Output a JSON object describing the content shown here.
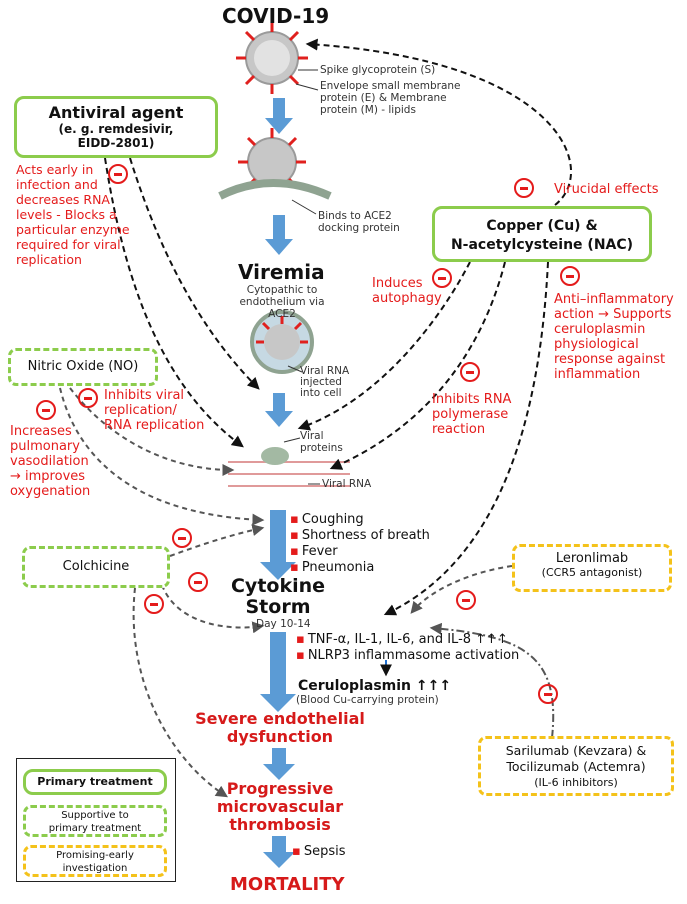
{
  "stages": {
    "covid": "COVID-19",
    "spike": "Spike glycoprotein (S)",
    "envelope": [
      "Envelope small membrane",
      "protein (E) & Membrane",
      "protein (M) - lipids"
    ],
    "binds": [
      "Binds to ACE2",
      "docking protein"
    ],
    "viremia": "Viremia",
    "cytopathic": [
      "Cytopathic to",
      "endothelium via ACE2"
    ],
    "rna_injected": [
      "Viral RNA",
      "injected",
      "into cell"
    ],
    "viral_proteins": [
      "Viral",
      "proteins"
    ],
    "viral_rna": "Viral RNA",
    "symptoms": [
      "Coughing",
      "Shortness of breath",
      "Fever",
      "Pneumonia"
    ],
    "cytokine": [
      "Cytokine",
      "Storm"
    ],
    "day": "Day 10-14",
    "storm_items": [
      "TNF-α, IL-1, IL-6, and IL-8 ↑↑↑",
      "NLRP3 inflammasome activation"
    ],
    "ceruloplasmin": "Ceruloplasmin ↑↑↑",
    "ceruloplasmin_sub": "(Blood Cu-carrying protein)",
    "endothelial": [
      "Severe endothelial",
      "dysfunction"
    ],
    "thrombosis": [
      "Progressive",
      "microvascular",
      "thrombosis"
    ],
    "sepsis": "Sepsis",
    "mortality": "MORTALITY"
  },
  "treatments": {
    "antiviral": {
      "title": "Antiviral agent",
      "sub": [
        "(e. g. remdesivir,",
        "EIDD-2801)"
      ]
    },
    "copper": {
      "title": [
        "Copper (Cu) &",
        "N-acetylcysteine (NAC)"
      ]
    },
    "no": {
      "title": "Nitric Oxide (NO)"
    },
    "colchicine": {
      "title": "Colchicine"
    },
    "leronlimab": {
      "title": "Leronlimab",
      "sub": "(CCR5 antagonist)"
    },
    "sarilumab": {
      "title": [
        "Sarilumab (Kevzara) &",
        "Tocilizumab (Actemra)"
      ],
      "sub": "(IL-6 inhibitors)"
    }
  },
  "effects": {
    "antiviral": [
      "Acts early in",
      "infection and",
      "decreases RNA",
      "levels - Blocks a",
      "particular enzyme",
      "required for viral",
      "replication"
    ],
    "virucidal": "Virucidal effects",
    "autophagy": [
      "Induces",
      "autophagy"
    ],
    "anti_inflammatory": [
      "Anti–inflammatory",
      "action → Supports",
      "ceruloplasmin",
      "physiological",
      "response against",
      "inflammation"
    ],
    "rna_polymerase": [
      "Inhibits RNA",
      "polymerase",
      "reaction"
    ],
    "no_inhibits": [
      "Inhibits viral",
      "replication/",
      "RNA replication"
    ],
    "no_vasodilation": [
      "Increases",
      "pulmonary",
      "vasodilation",
      "→ improves",
      "oxygenation"
    ]
  },
  "legend": {
    "primary": "Primary treatment",
    "supportive": [
      "Supportive to",
      "primary treatment"
    ],
    "promising": [
      "Promising-early",
      "investigation"
    ]
  },
  "colors": {
    "red": "#e41b1b",
    "green": "#8ccc4c",
    "yellow": "#f4c21a",
    "blue_arrow": "#5b9bd5"
  }
}
